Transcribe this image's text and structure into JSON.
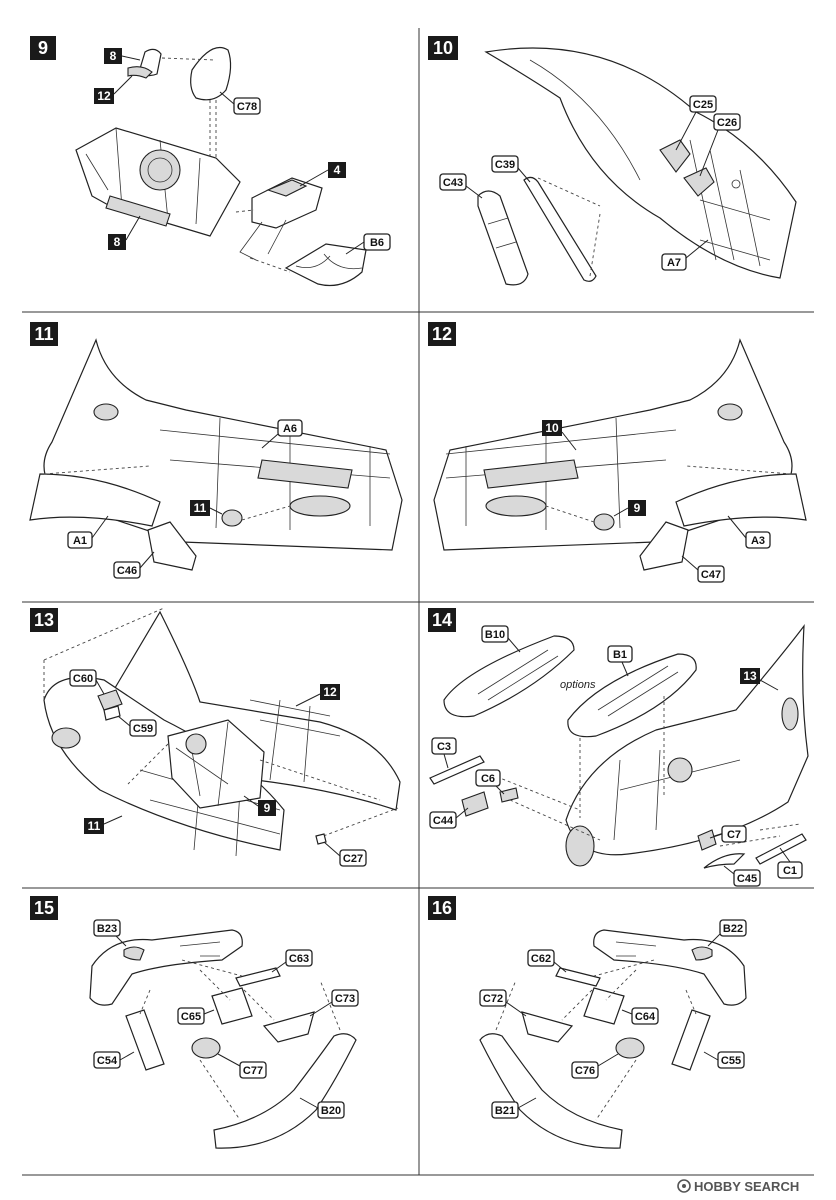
{
  "steps": [
    {
      "number": "9",
      "parts": [
        "8",
        "12",
        "C78",
        "4",
        "8",
        "B6"
      ]
    },
    {
      "number": "10",
      "parts": [
        "C25",
        "C26",
        "C39",
        "C43",
        "A7"
      ]
    },
    {
      "number": "11",
      "parts": [
        "A6",
        "11",
        "A1",
        "C46"
      ]
    },
    {
      "number": "12",
      "parts": [
        "10",
        "9",
        "A3",
        "C47"
      ]
    },
    {
      "number": "13",
      "parts": [
        "C60",
        "12",
        "C59",
        "9",
        "11",
        "C27"
      ]
    },
    {
      "number": "14",
      "parts": [
        "B10",
        "B1",
        "13",
        "C3",
        "C6",
        "C44",
        "C7",
        "C1",
        "C45"
      ],
      "note": "options"
    },
    {
      "number": "15",
      "parts": [
        "B23",
        "C63",
        "C73",
        "C65",
        "C54",
        "C77",
        "B20"
      ]
    },
    {
      "number": "16",
      "parts": [
        "B22",
        "C62",
        "C72",
        "C64",
        "C76",
        "C55",
        "B21"
      ]
    }
  ],
  "watermark": {
    "text": "HOBBY SEARCH"
  },
  "colors": {
    "ink": "#1a1a1a",
    "paper": "#ffffff",
    "shade": "#d9d9d9"
  }
}
